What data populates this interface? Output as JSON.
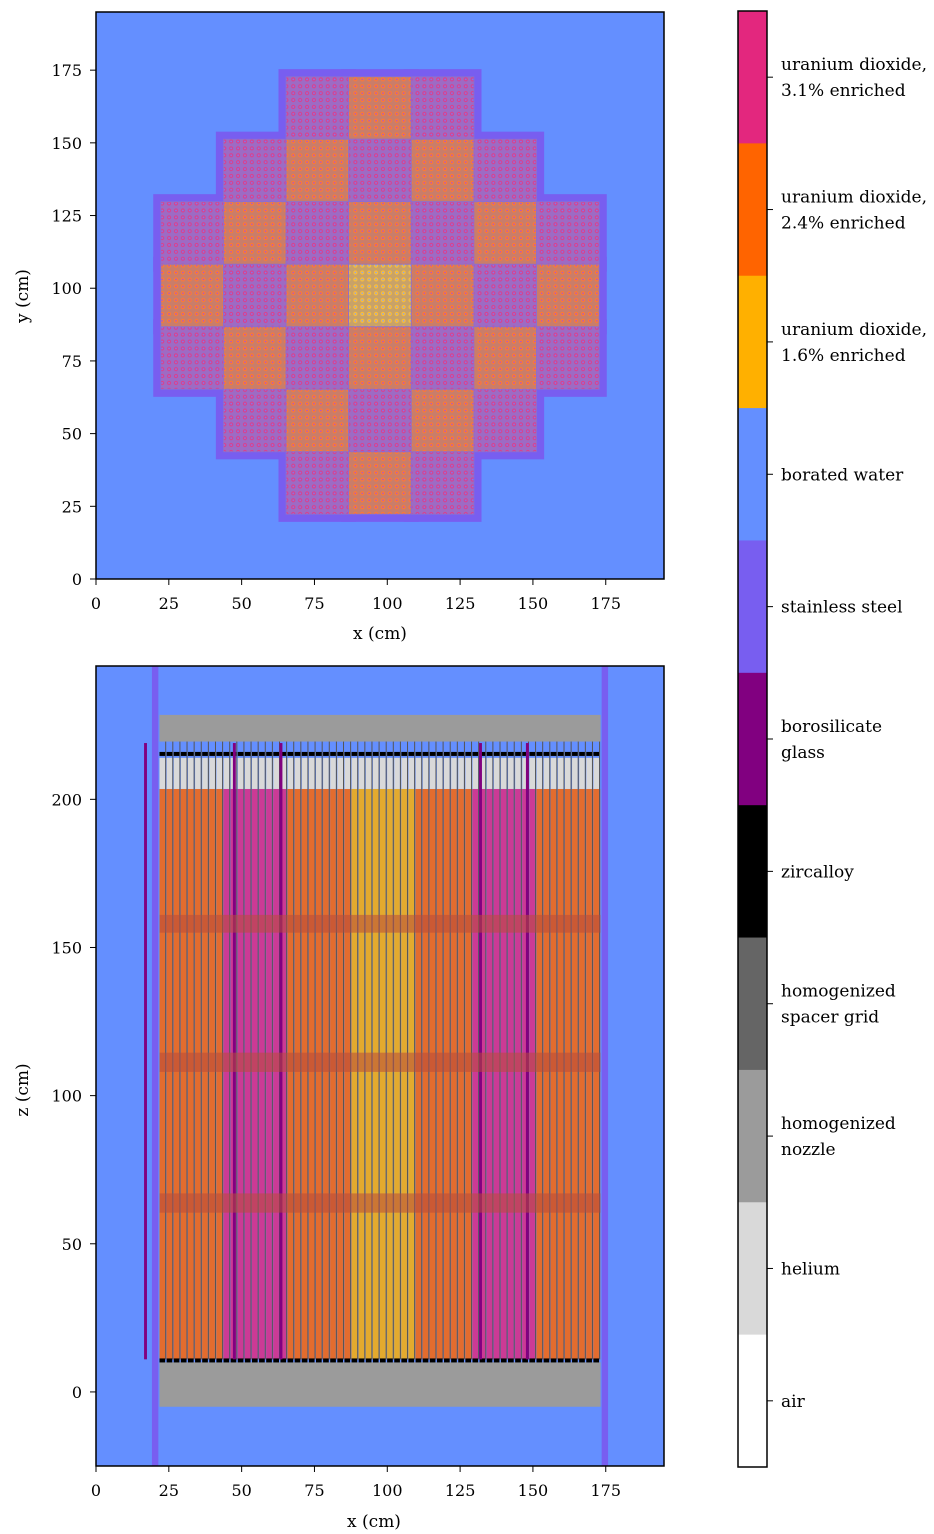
{
  "materials": [
    {
      "name": "uranium dioxide, 3.1% enriched",
      "lines": [
        "uranium dioxide,",
        "3.1% enriched"
      ],
      "color": "#e3277e"
    },
    {
      "name": "uranium dioxide, 2.4% enriched",
      "lines": [
        "uranium dioxide,",
        "2.4% enriched"
      ],
      "color": "#ff6400"
    },
    {
      "name": "uranium dioxide, 1.6% enriched",
      "lines": [
        "uranium dioxide,",
        "1.6% enriched"
      ],
      "color": "#ffb000"
    },
    {
      "name": "borated water",
      "lines": [
        "borated water"
      ],
      "color": "#648fff"
    },
    {
      "name": "stainless steel",
      "lines": [
        "stainless steel"
      ],
      "color": "#785ef0"
    },
    {
      "name": "borosilicate glass",
      "lines": [
        "borosilicate",
        "glass"
      ],
      "color": "#810080"
    },
    {
      "name": "zircalloy",
      "lines": [
        "zircalloy"
      ],
      "color": "#000000"
    },
    {
      "name": "homogenized spacer grid",
      "lines": [
        "homogenized",
        "spacer grid"
      ],
      "color": "#656565"
    },
    {
      "name": "homogenized nozzle",
      "lines": [
        "homogenized",
        "nozzle"
      ],
      "color": "#9b9b9b"
    },
    {
      "name": "helium",
      "lines": [
        "helium"
      ],
      "color": "#d9d9d9"
    },
    {
      "name": "air",
      "lines": [
        "air"
      ],
      "color": "#ffffff"
    }
  ],
  "top_plot": {
    "xlabel": "x (cm)",
    "ylabel": "y (cm)",
    "xlim": [
      0,
      195
    ],
    "ylim": [
      0,
      195
    ],
    "xticks": [
      "0",
      "25",
      "50",
      "75",
      "100",
      "125",
      "150",
      "175"
    ],
    "yticks": [
      "0",
      "25",
      "50",
      "75",
      "100",
      "125",
      "150",
      "175"
    ]
  },
  "bottom_plot": {
    "xlabel": "x (cm)",
    "ylabel": "z (cm)",
    "xlim": [
      0,
      195
    ],
    "ylim": [
      -25,
      245
    ],
    "xticks": [
      "0",
      "25",
      "50",
      "75",
      "100",
      "125",
      "150",
      "175"
    ],
    "yticks": [
      "0",
      "50",
      "100",
      "150",
      "200"
    ]
  },
  "core_map": {
    "assembly_pitch_cm": 21.5,
    "rows": [
      [
        null,
        null,
        null,
        "B",
        "A",
        "B",
        null,
        null,
        null
      ],
      [
        null,
        null,
        "B",
        "A",
        "B",
        "A",
        "B",
        null,
        null
      ],
      [
        null,
        "B",
        "A",
        "B",
        "A",
        "B",
        "A",
        "B",
        null
      ],
      [
        null,
        "A",
        "B",
        "A",
        "C",
        "A",
        "B",
        "A",
        null
      ],
      [
        null,
        "B",
        "A",
        "B",
        "A",
        "B",
        "A",
        "B",
        null
      ],
      [
        null,
        null,
        "B",
        "A",
        "B",
        "A",
        "B",
        null,
        null
      ],
      [
        null,
        null,
        null,
        "B",
        "A",
        "B",
        null,
        null,
        null
      ]
    ],
    "assembly_types": {
      "A": {
        "fuel": "uranium dioxide, 2.4% enriched"
      },
      "B": {
        "fuel": "uranium dioxide, 3.1% enriched"
      },
      "C": {
        "fuel": "uranium dioxide, 1.6% enriched"
      }
    }
  }
}
